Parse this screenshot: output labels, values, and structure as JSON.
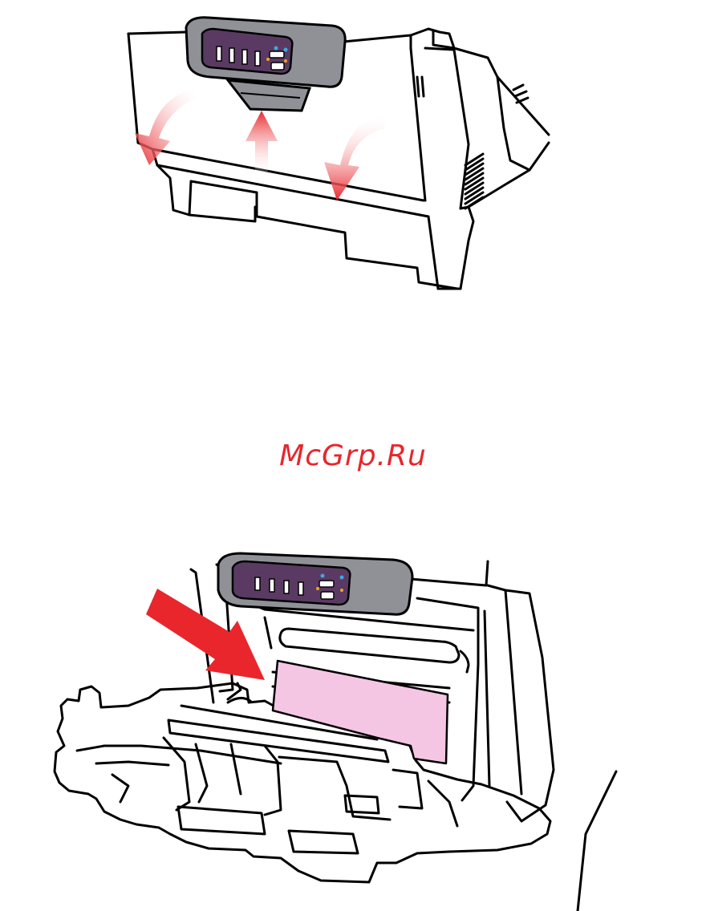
{
  "watermark": {
    "text": "McGrp.Ru",
    "color": "#e8262c"
  },
  "colors": {
    "outline": "#000000",
    "panel_body": "#8f9196",
    "panel_face": "#5a3a63",
    "panel_light": "#c8c9cc",
    "arrow_red": "#e8262c",
    "arrow_fade": "#ffffff",
    "paper_pink": "#f5c6e4",
    "led_blue": "#3fa8e0",
    "led_orange": "#f0a030"
  },
  "illustrations": [
    {
      "name": "printer-front-cover-open-illustration",
      "icons": [
        "control-panel-icon",
        "curved-arrow-down-left-icon",
        "arrow-up-icon",
        "curved-arrow-down-right-icon"
      ]
    },
    {
      "name": "printer-jammed-paper-illustration",
      "icons": [
        "control-panel-icon",
        "arrow-pointing-paper-icon",
        "jammed-paper-sheet-icon"
      ]
    }
  ]
}
